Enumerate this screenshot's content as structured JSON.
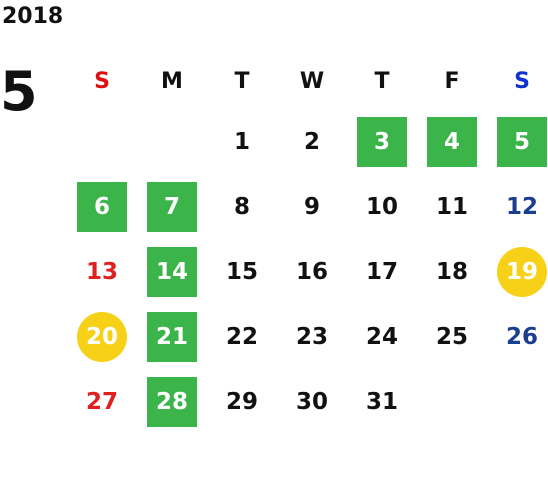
{
  "year": "2018",
  "month": "5",
  "weekdays": [
    "S",
    "M",
    "T",
    "W",
    "T",
    "F",
    "S"
  ],
  "colors": {
    "green_highlight": "#3bb54a",
    "yellow_highlight": "#f7d117",
    "sunday_text": "#e02020",
    "saturday_text": "#1a3f8f"
  },
  "weeks": [
    [
      {
        "label": ""
      },
      {
        "label": ""
      },
      {
        "label": "1"
      },
      {
        "label": "2"
      },
      {
        "label": "3",
        "highlight": "green"
      },
      {
        "label": "4",
        "highlight": "green"
      },
      {
        "label": "5",
        "highlight": "green"
      }
    ],
    [
      {
        "label": "6",
        "highlight": "green"
      },
      {
        "label": "7",
        "highlight": "green"
      },
      {
        "label": "8"
      },
      {
        "label": "9"
      },
      {
        "label": "10"
      },
      {
        "label": "11"
      },
      {
        "label": "12"
      }
    ],
    [
      {
        "label": "13"
      },
      {
        "label": "14",
        "highlight": "green"
      },
      {
        "label": "15"
      },
      {
        "label": "16"
      },
      {
        "label": "17"
      },
      {
        "label": "18"
      },
      {
        "label": "19",
        "highlight": "yellow"
      }
    ],
    [
      {
        "label": "20",
        "highlight": "yellow"
      },
      {
        "label": "21",
        "highlight": "green"
      },
      {
        "label": "22"
      },
      {
        "label": "23"
      },
      {
        "label": "24"
      },
      {
        "label": "25"
      },
      {
        "label": "26"
      }
    ],
    [
      {
        "label": "27"
      },
      {
        "label": "28",
        "highlight": "green"
      },
      {
        "label": "29"
      },
      {
        "label": "30"
      },
      {
        "label": "31"
      },
      {
        "label": ""
      },
      {
        "label": ""
      }
    ]
  ]
}
